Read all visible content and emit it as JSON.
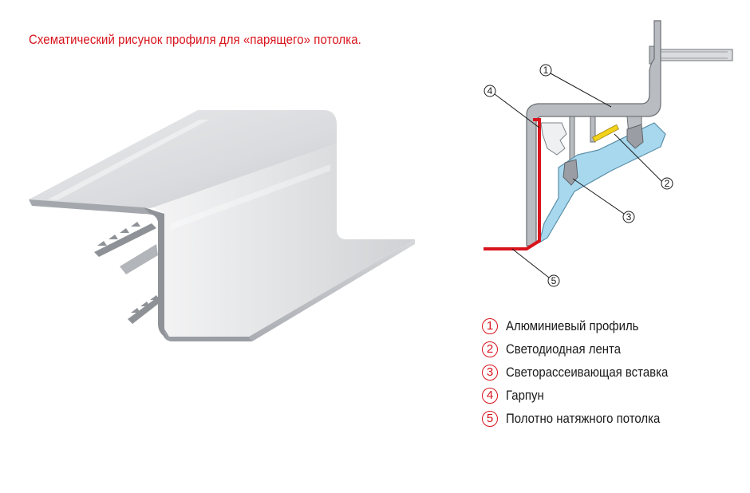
{
  "title": "Схематический рисунок профиля для «парящего» потолка.",
  "callouts": [
    "1",
    "2",
    "3",
    "4",
    "5"
  ],
  "legend": [
    {
      "num": "1",
      "label": "Алюминиевый профиль"
    },
    {
      "num": "2",
      "label": "Светодиодная лента"
    },
    {
      "num": "3",
      "label": "Светорассеивающая вставка"
    },
    {
      "num": "4",
      "label": "Гарпун"
    },
    {
      "num": "5",
      "label": "Полотно натяжного потолка"
    }
  ],
  "colors": {
    "accent_red": "#d8141c",
    "aluminum": "#b9bcc1",
    "diffuser_blue": "#a8d8ee",
    "led_yellow": "#f2d21b",
    "harpoon_white": "#eef0f2"
  }
}
